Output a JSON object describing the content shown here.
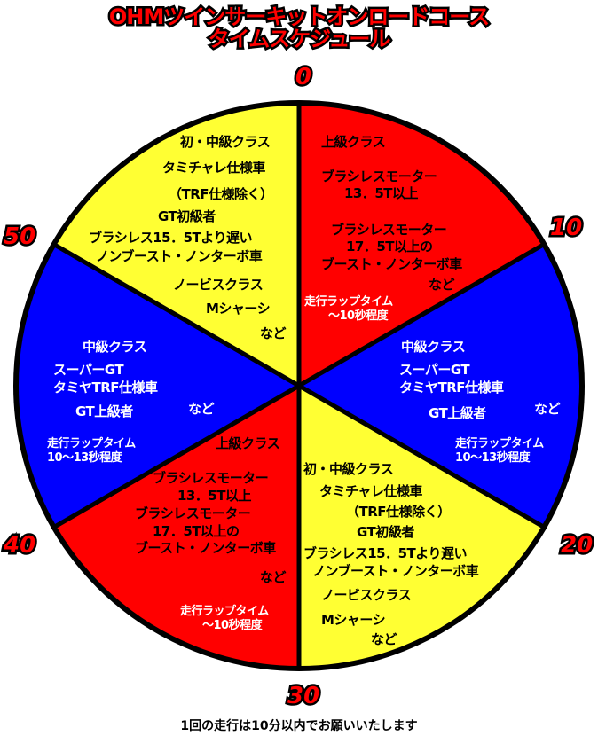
{
  "title": {
    "line1": "OHMツインサーキットオンロードコース",
    "line2": "タイムスケジュール"
  },
  "minute_labels": [
    "0",
    "10",
    "20",
    "30",
    "40",
    "50"
  ],
  "colors": {
    "red": "#ff0000",
    "blue": "#0000ff",
    "yellow": "#ffff33",
    "outline": "#000000"
  },
  "sectors": [
    {
      "range": "0-10",
      "color": "red",
      "lines": [
        "上級クラス",
        "ブラシレスモーター",
        "13．5T以上",
        "ブラシレスモーター",
        "17．5T以上の",
        "ブースト・ノンターボ車",
        "など",
        "走行ラップタイム",
        "～10秒程度"
      ]
    },
    {
      "range": "10-20",
      "color": "blue",
      "lines": [
        "中級クラス",
        "スーパーGT",
        "タミヤTRF仕様車",
        "GT上級者",
        "など",
        "走行ラップタイム",
        "10～13秒程度"
      ]
    },
    {
      "range": "20-30",
      "color": "yellow",
      "lines": [
        "初・中級クラス",
        "タミチャレ仕様車",
        "（TRF仕様除く）",
        "GT初級者",
        "ブラシレス15．5Tより遅い",
        "ノンブースト・ノンターボ車",
        "ノービスクラス",
        "Mシャーシ",
        "など"
      ]
    },
    {
      "range": "30-40",
      "color": "red",
      "lines": [
        "上級クラス",
        "ブラシレスモーター",
        "13．5T以上",
        "ブラシレスモーター",
        "17．5T以上の",
        "ブースト・ノンターボ車",
        "など",
        "走行ラップタイム",
        "～10秒程度"
      ]
    },
    {
      "range": "40-50",
      "color": "blue",
      "lines": [
        "中級クラス",
        "スーパーGT",
        "タミヤTRF仕様車",
        "GT上級者",
        "など",
        "走行ラップタイム",
        "10～13秒程度"
      ]
    },
    {
      "range": "50-60",
      "color": "yellow",
      "lines": [
        "初・中級クラス",
        "タミチャレ仕様車",
        "（TRF仕様除く）",
        "GT初級者",
        "ブラシレス15．5Tより遅い",
        "ノンブースト・ノンターボ車",
        "ノービスクラス",
        "Mシャーシ",
        "など"
      ]
    }
  ],
  "footer": "1回の走行は10分以内でお願いいたします"
}
